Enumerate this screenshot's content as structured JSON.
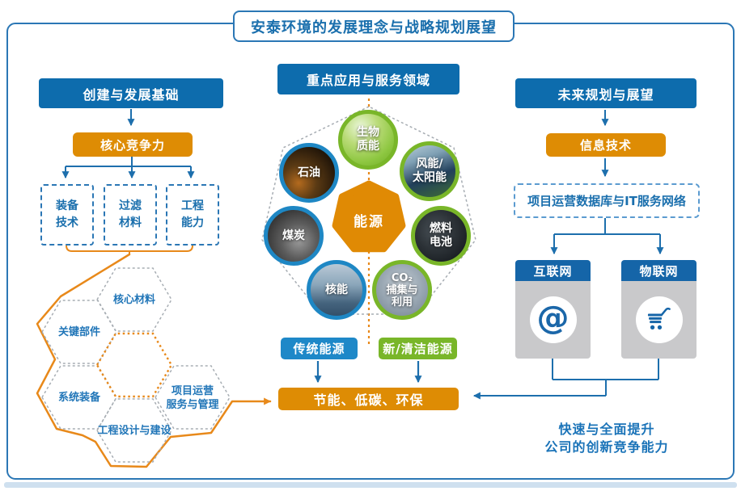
{
  "title": "安泰环境的发展理念与战略规划展望",
  "left_column": {
    "header": "创建与发展基础",
    "core_competency": "核心竞争力",
    "capabilities": [
      {
        "label": "装备\n技术"
      },
      {
        "label": "过滤\n材料"
      },
      {
        "label": "工程\n能力"
      }
    ],
    "hexagons": [
      {
        "label": "核心材料"
      },
      {
        "label": "关键部件"
      },
      {
        "label": "系统装备"
      },
      {
        "label": "项目运营\n服务与管理"
      },
      {
        "label": "工程设计与建设"
      }
    ]
  },
  "center_column": {
    "header": "重点应用与服务领域",
    "energy_core": "能源",
    "energy_circles": [
      {
        "label": "生物\n质能",
        "category": "clean"
      },
      {
        "label": "石油",
        "category": "traditional"
      },
      {
        "label": "风能/\n太阳能",
        "category": "clean"
      },
      {
        "label": "煤炭",
        "category": "traditional"
      },
      {
        "label": "燃料\n电池",
        "category": "clean"
      },
      {
        "label": "核能",
        "category": "traditional"
      },
      {
        "label": "CO₂\n捕集与\n利用",
        "category": "clean"
      }
    ],
    "traditional_energy": "传统能源",
    "clean_energy": "新/清洁能源",
    "outcome": "节能、低碳、环保"
  },
  "right_column": {
    "header": "未来规划与展望",
    "information_technology": "信息技术",
    "database_network": "项目运营数据库与IT服务网络",
    "internet": {
      "label": "互联网",
      "icon": "@"
    },
    "iot": {
      "label": "物联网",
      "icon": "shopping-cart"
    },
    "footer_note": "快速与全面提升\n公司的创新竞争能力"
  },
  "colors": {
    "header_blue": "#0d6cad",
    "accent_orange": "#de8c04",
    "mid_blue": "#1e88c8",
    "green": "#79b629",
    "connector_blue": "#1d6fad",
    "connector_orange": "#e8891a",
    "card_gray": "#c9c9cb",
    "text_blue": "#1a6fad"
  }
}
